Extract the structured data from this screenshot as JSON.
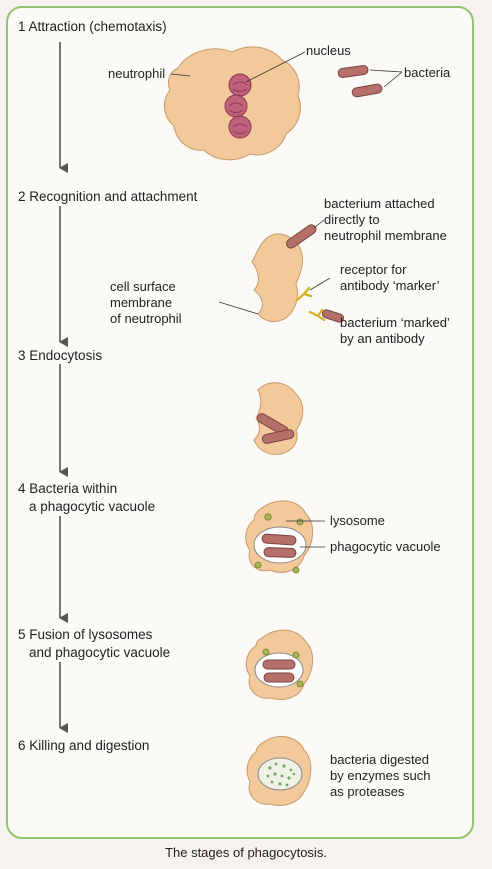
{
  "stages": [
    {
      "number": "1",
      "title_lines": [
        "Attraction (chemotaxis)"
      ]
    },
    {
      "number": "2",
      "title_lines": [
        "Recognition and attachment"
      ]
    },
    {
      "number": "3",
      "title_lines": [
        "Endocytosis"
      ]
    },
    {
      "number": "4",
      "title_lines": [
        "Bacteria within",
        "a phagocytic vacuole"
      ]
    },
    {
      "number": "5",
      "title_lines": [
        "Fusion of lysosomes",
        "and phagocytic vacuole"
      ]
    },
    {
      "number": "6",
      "title_lines": [
        "Killing and digestion"
      ]
    }
  ],
  "labels": {
    "nucleus": "nucleus",
    "neutrophil": "neutrophil",
    "bacteria": "bacteria",
    "attached_lines": [
      "bacterium attached",
      "directly to",
      "neutrophil membrane"
    ],
    "receptor_lines": [
      "receptor for",
      "antibody ‘marker’"
    ],
    "membrane_lines": [
      "cell surface",
      "membrane",
      "of neutrophil"
    ],
    "marked_lines": [
      "bacterium ‘marked’",
      "by an antibody"
    ],
    "lysosome": "lysosome",
    "vacuole": "phagocytic vacuole",
    "digested_lines": [
      "bacteria digested",
      "by enzymes such",
      "as proteases"
    ]
  },
  "caption": "The stages of phagocytosis.",
  "colors": {
    "frame": "#8fc470",
    "cell": "#f2c99a",
    "cell_edge": "#c79a6a",
    "bacterium": "#b6706a",
    "nucleus": "#c0607a",
    "antibody": "#d8b020",
    "lysosome": "#a9b75a"
  }
}
